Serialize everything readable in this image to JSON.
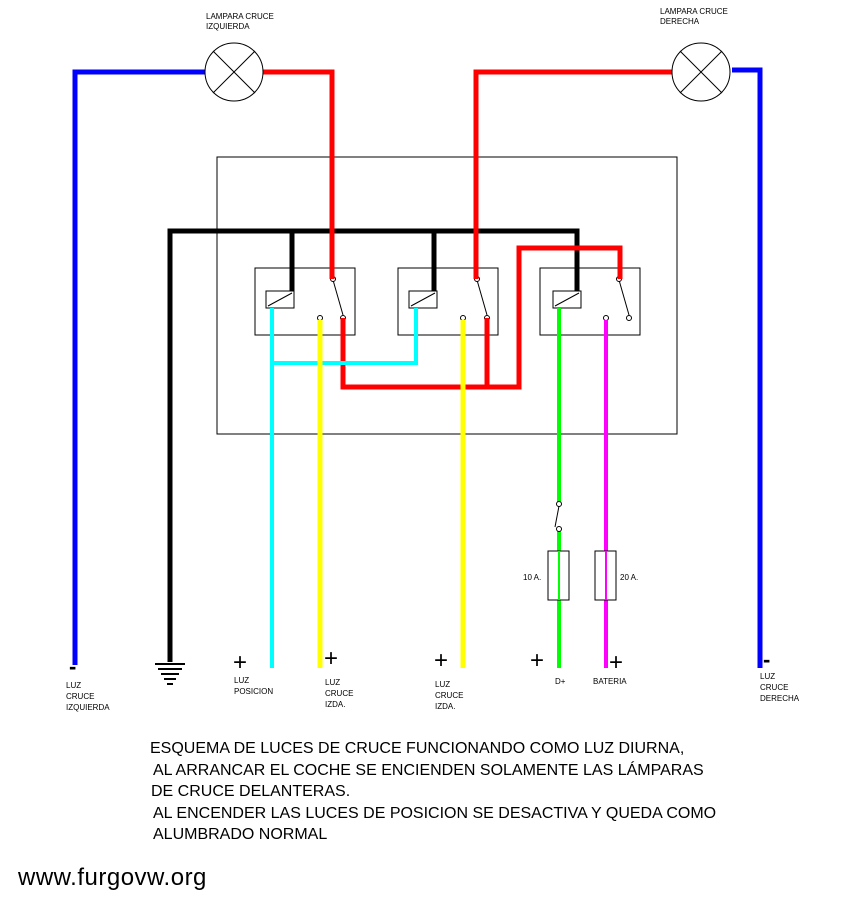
{
  "lamps": {
    "left": [
      "LAMPARA CRUCE",
      "IZQUIERDA"
    ],
    "right": [
      "LAMPARA CRUCE",
      "DERECHA"
    ]
  },
  "terminals": {
    "left_minus": {
      "sign": "-",
      "label": [
        "LUZ",
        "CRUCE",
        "IZQUIERDA"
      ]
    },
    "luz_posicion": {
      "sign": "+",
      "label": [
        "LUZ",
        "POSICION"
      ]
    },
    "luz_cruce_izda_1": {
      "sign": "+",
      "label": [
        "LUZ",
        "CRUCE",
        "IZDA."
      ]
    },
    "luz_cruce_izda_2": {
      "sign": "+",
      "label": [
        "LUZ",
        "CRUCE",
        "IZDA."
      ]
    },
    "d_plus": {
      "sign": "+",
      "label": [
        "D+"
      ]
    },
    "bateria": {
      "sign": "+",
      "label": [
        "BATERIA"
      ]
    },
    "right_minus": {
      "sign": "-",
      "label": [
        "LUZ",
        "CRUCE",
        "DERECHA"
      ]
    }
  },
  "fuses": {
    "left": "10 A.",
    "right": "20 A."
  },
  "caption": [
    "ESQUEMA DE LUCES DE CRUCE FUNCIONANDO COMO LUZ DIURNA,",
    "AL ARRANCAR EL COCHE SE ENCIENDEN SOLAMENTE LAS LÁMPARAS",
    "DE CRUCE DELANTERAS.",
    "AL ENCENDER LAS LUCES DE POSICION SE DESACTIVA Y QUEDA COMO",
    "ALUMBRADO NORMAL"
  ],
  "website": "www.furgovw.org",
  "colors": {
    "ground": "#000000",
    "negative": "#0000ff",
    "lamp_feed": "#ff0000",
    "posicion": "#00ffff",
    "cruce_izda": "#ffff00",
    "d_plus": "#00ff00",
    "bateria": "#ff00ff"
  }
}
